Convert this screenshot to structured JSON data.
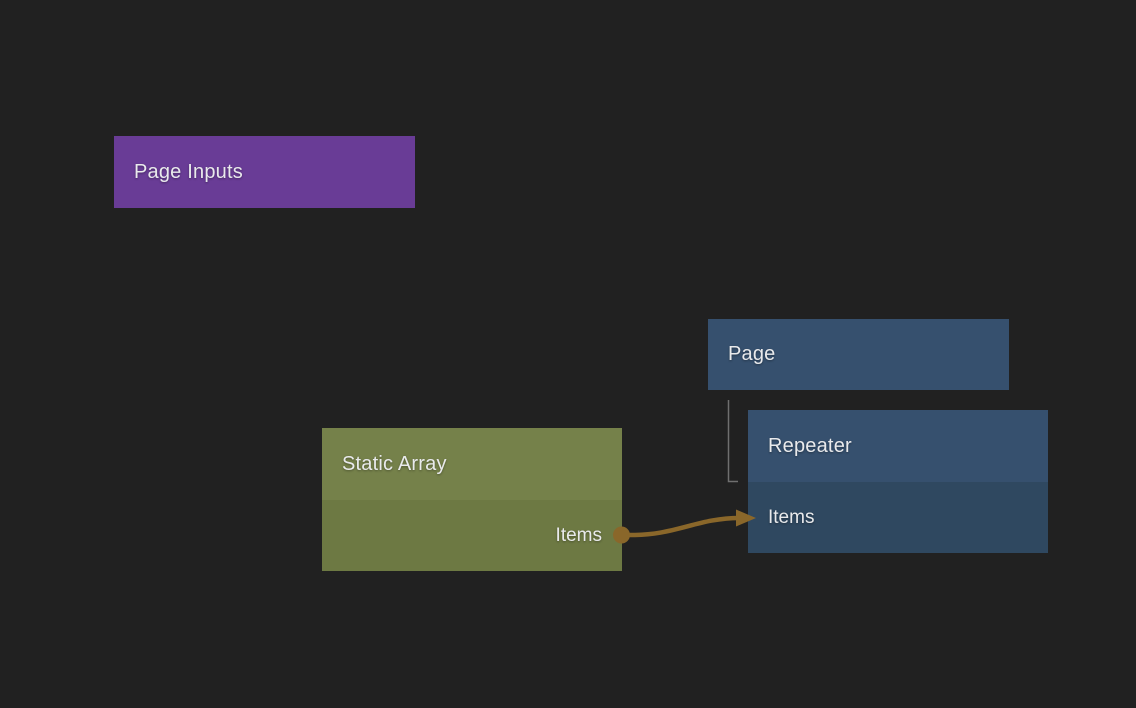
{
  "canvas": {
    "background_color": "#212121",
    "text_color": "#e9eaec"
  },
  "nodes": {
    "page_inputs": {
      "title": "Page Inputs",
      "color": "#693c96"
    },
    "page": {
      "title": "Page",
      "color": "#36506e"
    },
    "repeater": {
      "title": "Repeater",
      "header_color": "#36506e",
      "port_row_color": "#2f4860",
      "input_ports": [
        {
          "label": "Items"
        }
      ]
    },
    "static_array": {
      "title": "Static Array",
      "header_color": "#75814a",
      "port_row_color": "#6d7943",
      "output_ports": [
        {
          "label": "Items"
        }
      ]
    }
  },
  "connections": {
    "parent_child_line_color": "#6f6f6f",
    "wire_color": "#8a672a"
  }
}
